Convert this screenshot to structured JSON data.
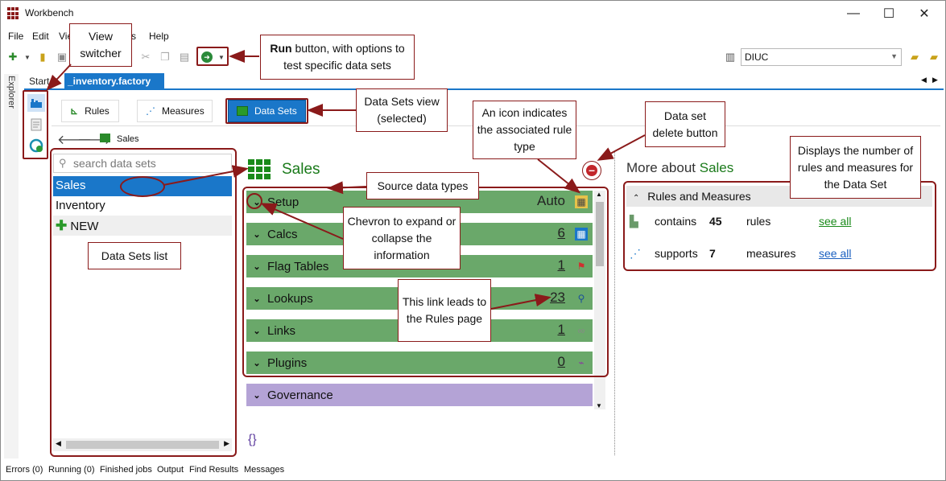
{
  "window": {
    "title": "Workbench",
    "minimize": "—",
    "maximize": "☐",
    "close": "✕"
  },
  "menu": [
    "File",
    "Edit",
    "View",
    "Tools",
    "Help"
  ],
  "toolbar": {
    "server": "DIUC"
  },
  "explorer_label": "Explorer",
  "tabs": {
    "start": "Start",
    "active": "_inventory.factory",
    "close": "✕"
  },
  "views": {
    "rules": "Rules",
    "measures": "Measures",
    "datasets": "Data Sets"
  },
  "nav": {
    "crumb": "Sales"
  },
  "search": {
    "placeholder": "search data sets"
  },
  "datasets": [
    "Sales",
    "Inventory"
  ],
  "new_label": "NEW",
  "sales_title": "Sales",
  "sources": [
    {
      "label": "Setup",
      "value": "Auto"
    },
    {
      "label": "Calcs",
      "value": "6"
    },
    {
      "label": "Flag Tables",
      "value": "1"
    },
    {
      "label": "Lookups",
      "value": "23"
    },
    {
      "label": "Links",
      "value": "1"
    },
    {
      "label": "Plugins",
      "value": "0"
    }
  ],
  "governance": "Governance",
  "more": {
    "prefix": "More about ",
    "name": "Sales"
  },
  "rules_measures": {
    "header": "Rules and Measures",
    "rows": [
      {
        "verb": "contains",
        "count": "45",
        "kind": "rules",
        "link": "see all"
      },
      {
        "verb": "supports",
        "count": "7",
        "kind": "measures",
        "link": "see all"
      }
    ]
  },
  "status": [
    "Errors (0)",
    "Running (0)",
    "Finished jobs",
    "Output",
    "Find Results",
    "Messages"
  ],
  "callouts": {
    "view_switcher": "View switcher",
    "run_bold": "Run",
    "run_rest": " button, with options to test specific data sets",
    "dataset_view": "Data Sets view (selected)",
    "icon_type": "An icon indicates the associated rule type",
    "delete_btn": "Data set delete button",
    "displays": "Displays the number of rules and measures for the Data Set",
    "source_types": "Source data types",
    "chevron": "Chevron to expand or collapse the information",
    "link_rules": "This link leads to the Rules page",
    "list": "Data Sets list"
  },
  "colors": {
    "accent": "#1a77c9",
    "callout": "#8a1a1a",
    "source_row": "#6aa86a",
    "governance": "#b4a3d6"
  }
}
